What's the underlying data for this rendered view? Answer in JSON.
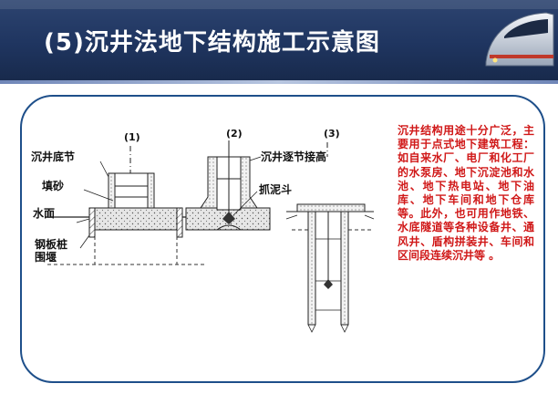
{
  "header": {
    "title": "(5)沉井法地下结构施工示意图"
  },
  "diagram": {
    "step_labels": [
      "(1)",
      "(2)",
      "(3)"
    ],
    "labels": {
      "bottom_section": "沉井底节",
      "sand_fill": "填砂",
      "water_level": "水面",
      "sheet_pile_cofferdam_1": "钢板桩",
      "sheet_pile_cofferdam_2": "围堰",
      "section_extension": "沉井逐节接高",
      "grab_bucket": "抓泥斗"
    }
  },
  "description": {
    "text": "沉井结构用途十分广泛，主要用于点式地下建筑工程：如自来水厂、电厂和化工厂的水泵房、地下沉淀池和水池、地下热电站、地下油库、地下车间和地下仓库等。此外，也可用作地铁、水底隧道等各种设备井、通风井、盾构拼装井、车间和区间段连续沉井等 。"
  },
  "colors": {
    "header_bg": "#1f3560",
    "panel_border": "#1e4f8a",
    "description_text": "#d01818"
  },
  "icons": {
    "header_decoration": "high-speed-train-icon"
  }
}
